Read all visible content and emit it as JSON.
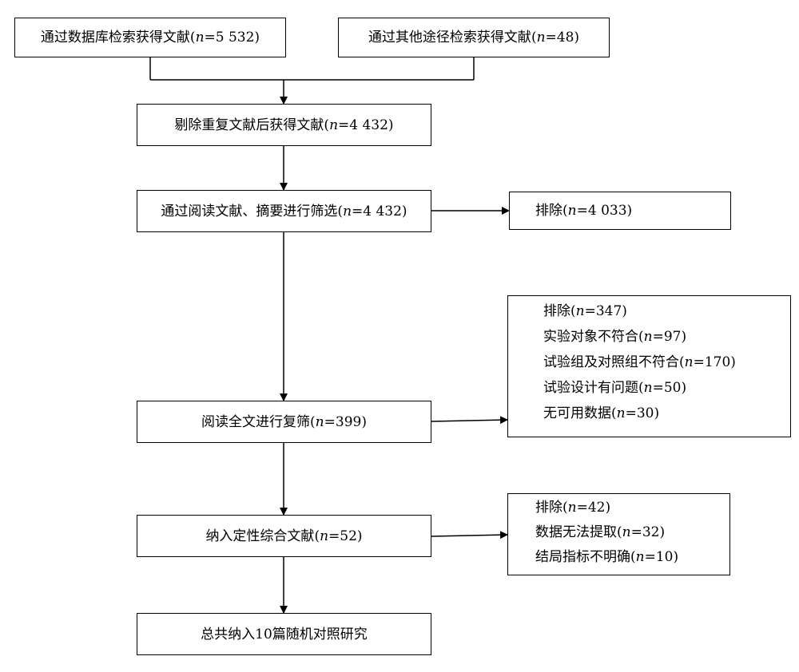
{
  "boxes": {
    "db_search": "通过数据库检索获得文献(n=5 532)",
    "other_search": "通过其他途径检索获得文献(n=48)",
    "dedup": "剔除重复文献后获得文献(n=4 432)",
    "screen": "通过阅读文献、摘要进行筛选(n=4 432)",
    "exclude_screen": "排除(n=4 033)",
    "fulltext": "阅读全文进行复筛(n=399)",
    "exclude_fulltext": [
      "排除(n=347)",
      "实验对象不符合(n=97)",
      "试验组及对照组不符合(n=170)",
      "试验设计有问题(n=50)",
      "无可用数据(n=30)"
    ],
    "qualitative": "纳入定性综合文献(n=52)",
    "exclude_qualitative": [
      "排除(n=42)",
      "数据无法提取(n=32)",
      "结局指标不明确(n=10)"
    ],
    "final": "总共纳入10篇随机对照研究"
  },
  "colors": {
    "line": "#000000",
    "background": "#ffffff"
  }
}
